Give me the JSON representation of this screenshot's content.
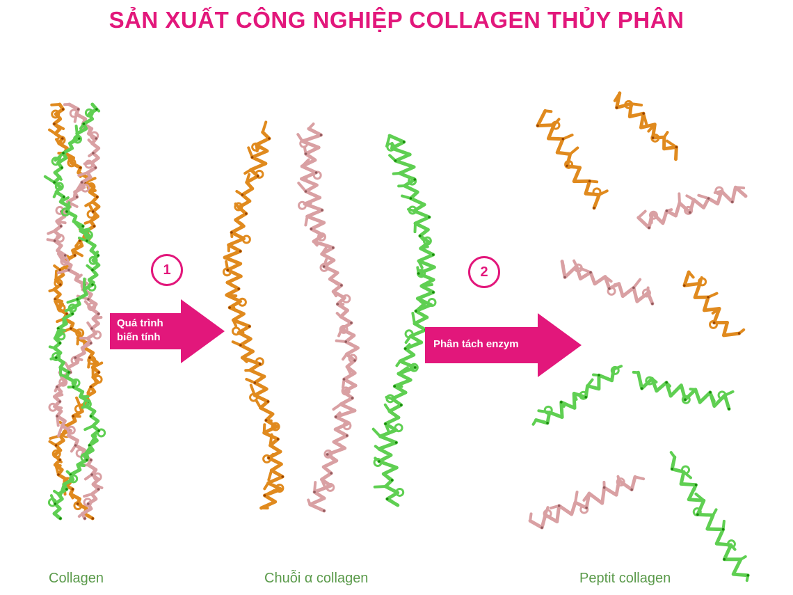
{
  "title": "SẢN XUẤT CÔNG NGHIỆP COLLAGEN THỦY PHÂN",
  "steps": [
    {
      "number": "1",
      "label_line1": "Quá trình",
      "label_line2": "biến tính"
    },
    {
      "number": "2",
      "label": "Phân tách enzym"
    }
  ],
  "captions": {
    "collagen": "Collagen",
    "alpha_chain": "Chuỗi α collagen",
    "peptide": "Peptit collagen"
  },
  "colors": {
    "accent": "#e2177b",
    "label_green": "#5a9a4a",
    "chain_orange": "#e08a1e",
    "chain_pink": "#d9a0a3",
    "chain_green": "#5fcf52"
  },
  "icons": [
    "collagen-triple-helix",
    "alpha-chain-molecule",
    "peptide-fragment-molecule"
  ]
}
